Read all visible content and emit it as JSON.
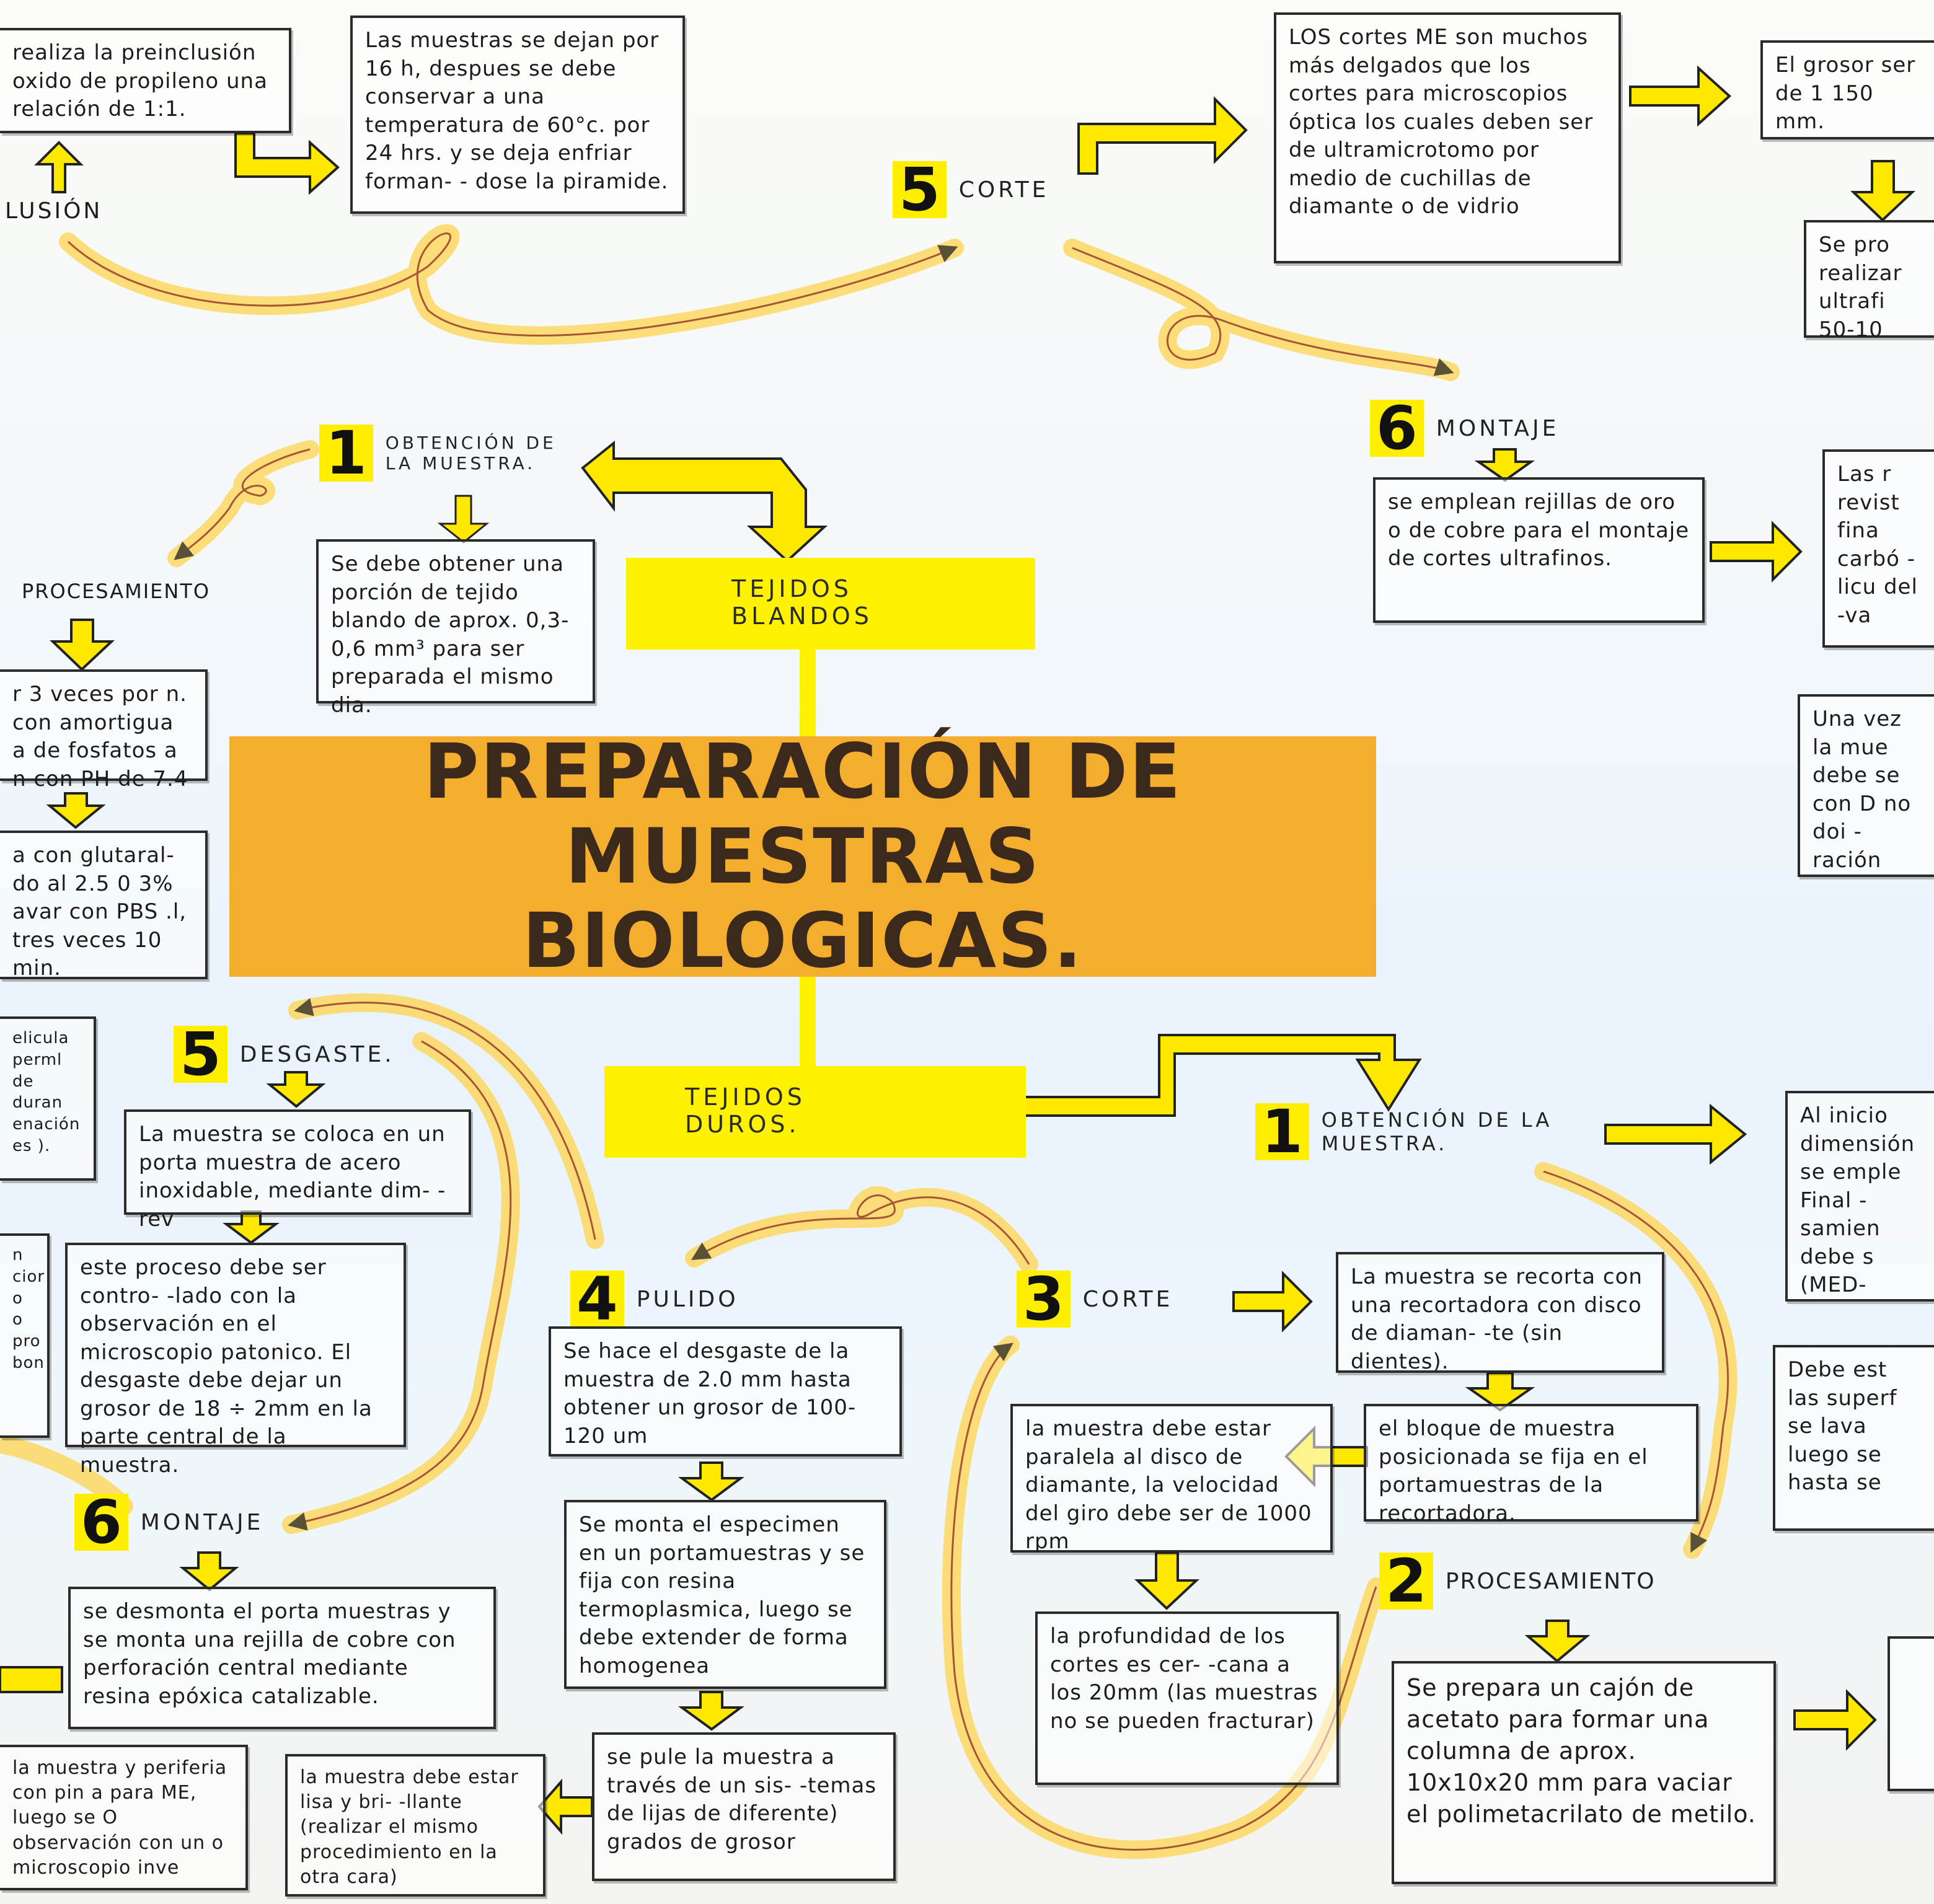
{
  "title": {
    "line1": "PREPARACIÓN DE MUESTRAS",
    "line2": "BIOLOGICAS."
  },
  "branches": {
    "blandos": {
      "line1": "TEJIDOS",
      "line2": "BLANDOS"
    },
    "duros": {
      "line1": "TEJIDOS",
      "line2": "DUROS."
    }
  },
  "blandos": {
    "inclusion_box": "realiza la preinclusión oxido de propileno una relación de 1:1.",
    "inclusion_label": "LUSIÓN",
    "polimerizacion_box": "Las muestras se dejan por 16 h, despues se debe conservar a una temperatura de 60°c. por 24 hrs. y se deja enfriar forman- - dose la piramide.",
    "step5": {
      "num": "5",
      "label": "CORTE"
    },
    "corte_box": "LOS cortes ME son muchos más delgados que los cortes para microscopios óptica los cuales deben ser de ultramicrotomo por medio de cuchillas de diamante o de vidrio",
    "grosor_box": "El grosor ser de 1 150 mm.",
    "ultrafinos_box": "Se pro realizar ultrafi 50-10",
    "step6": {
      "num": "6",
      "label": "MONTAJE"
    },
    "montaje_box": "se emplean rejillas de oro o de cobre para el montaje de cortes ultrafinos.",
    "rejillas_box": "Las r revist fina carbó -licu del -va",
    "una_vez_box": "Una vez la mue debe se con D no doi -ración",
    "step1": {
      "num": "1",
      "label": "OBTENCIÓN DE LA MUESTRA."
    },
    "obtencion_box": "Se debe obtener una porción de tejido blando de aprox. 0,3- 0,6 mm³ para ser preparada el mismo dia.",
    "procesamiento_label": "PROCESAMIENTO",
    "lavar_box": "r 3 veces por n. con amortigua a de fosfatos a n con PH de 7.4",
    "glutaral_box": "a con glutaral- do al 2.5 0 3% avar con PBS .l, tres veces 10 min.",
    "pelicula_box": "elicula perml de duran enación es )."
  },
  "duros": {
    "step5": {
      "num": "5",
      "label": "DESGASTE."
    },
    "desgaste_box": "La muestra se coloca en un porta muestra de acero inoxidable, mediante dim- -rev",
    "controlado_box": "este proceso debe ser contro- -lado con la observación en el microscopio patonico. El desgaste debe dejar un grosor de 18 ÷ 2mm en la parte central de la muestra.",
    "left_strip_box": "n cior o o pro bon",
    "step6": {
      "num": "6",
      "label": "MONTAJE"
    },
    "montaje_box": "se desmonta el porta muestras y se monta una rejilla de cobre con perforación central mediante resina epóxica catalizable.",
    "periferia_box": "la muestra y periferia con pin a para ME, luego se O observación con un o microscopio inve",
    "brillante_box": "la muestra debe estar lisa y bri- -llante (realizar el mismo procedimiento en la otra cara)",
    "step4": {
      "num": "4",
      "label": "PULIDO"
    },
    "pulido_box": "Se hace el desgaste de la muestra de 2.0 mm hasta obtener un grosor de 100-120 um",
    "especimen_box": "Se monta el especimen en un portamuestras y se fija con resina termoplasmica, luego se debe extender de forma homogenea",
    "lijas_box": "se pule la muestra a través de un sis- -temas de lijas de diferente) grados de grosor",
    "step3": {
      "num": "3",
      "label": "CORTE"
    },
    "recorta_box": "La muestra se recorta con una recortadora con disco de diaman- -te (sin dientes).",
    "bloque_box": "el bloque de muestra posicionada se fija en el portamuestras de la recortadora.",
    "paralela_box": "la muestra debe estar paralela al disco de diamante, la velocidad del giro debe ser de 1000 rpm",
    "profundidad_box": "la profundidad de los cortes es cer- -cana a los 20mm (las muestras no se pueden fracturar)",
    "step1": {
      "num": "1",
      "label": "OBTENCIÓN DE LA MUESTRA."
    },
    "inicio_box": "Al inicio dimensión se emple Final -samien debe s (MED-",
    "step2": {
      "num": "2",
      "label": "PROCESAMIENTO"
    },
    "cajon_box": "Se prepara un cajón de acetato para formar una columna de aprox. 10x10x20 mm para vaciar el polimetacrilato de metilo.",
    "debe_box": "Debe est las superf se lava luego se hasta se"
  },
  "colors": {
    "yellow": "#fff200",
    "yellow_arrow": "#ffe800",
    "orange_title": "#f4ad2f",
    "highlight": "#fdd96a",
    "ink": "#1c1c1c"
  }
}
